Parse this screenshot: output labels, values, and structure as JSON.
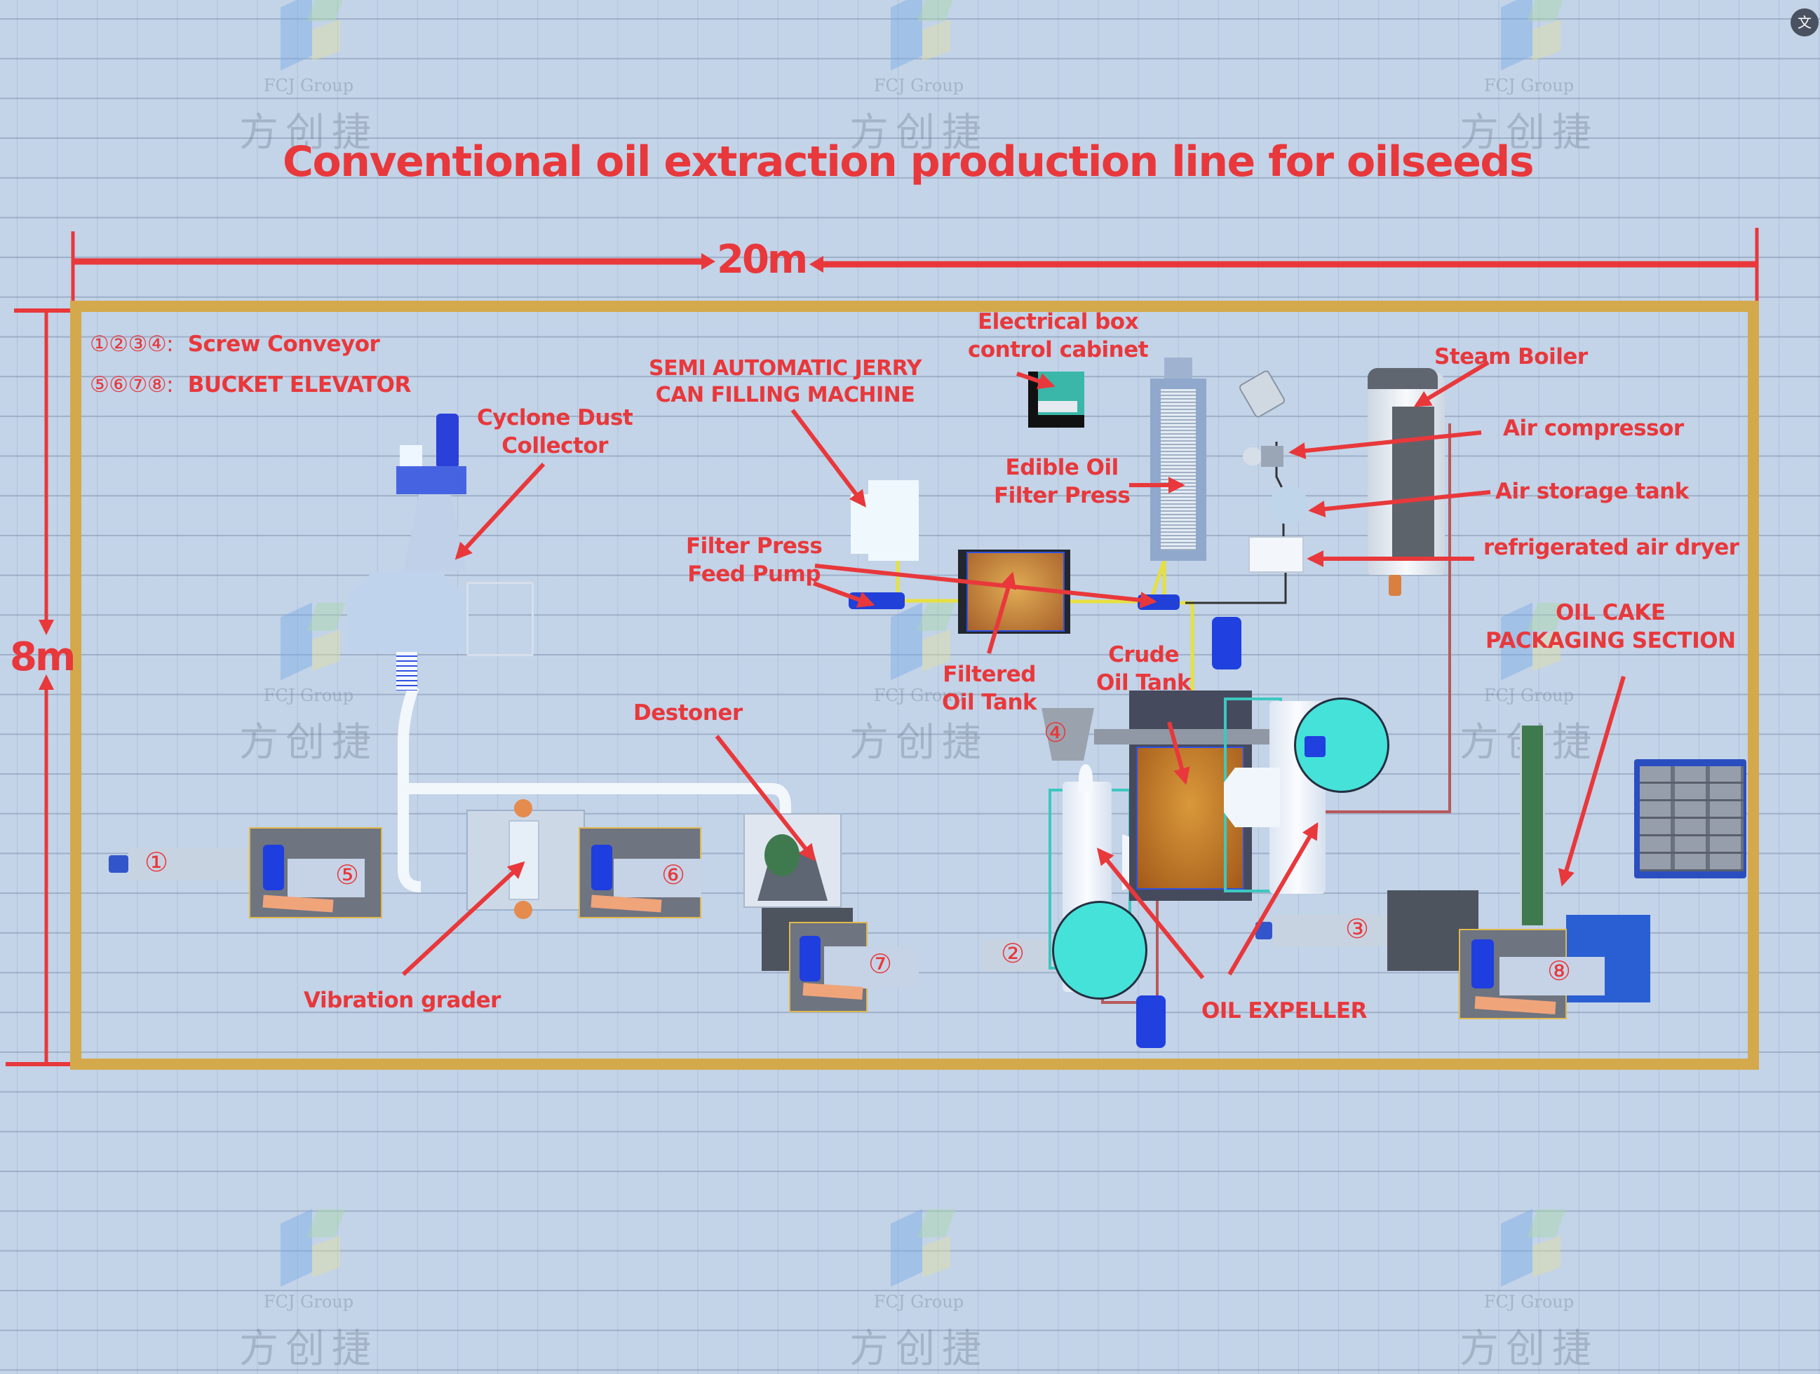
{
  "title": "Conventional oil extraction production line for oilseeds",
  "dimensions": {
    "width_label": "20m",
    "height_label": "8m"
  },
  "legend": [
    {
      "numbers": "①②③④:",
      "label": "Screw Conveyor"
    },
    {
      "numbers": "⑤⑥⑦⑧:",
      "label": "BUCKET ELEVATOR"
    }
  ],
  "labels": {
    "cyclone": [
      "Cyclone Dust",
      "Collector"
    ],
    "jerry": [
      "SEMI AUTOMATIC JERRY",
      "CAN FILLING MACHINE"
    ],
    "electrical": [
      "Electrical box",
      "control cabinet"
    ],
    "edible_filter": [
      "Edible Oil",
      "Filter Press"
    ],
    "steam_boiler": "Steam Boiler",
    "air_compressor": "Air compressor",
    "air_storage": "Air storage tank",
    "air_dryer": "refrigerated air dryer",
    "feed_pump": [
      "Filter Press",
      "Feed Pump"
    ],
    "filtered_tank": [
      "Filtered",
      "Oil Tank"
    ],
    "crude_tank": [
      "Crude",
      "Oil Tank"
    ],
    "oil_cake": [
      "OIL CAKE",
      "PACKAGING SECTION"
    ],
    "destoner": "Destoner",
    "vibration": "Vibration grader",
    "expeller": "OIL EXPELLER"
  },
  "markers": {
    "m1": "①",
    "m2": "②",
    "m3": "③",
    "m4": "④",
    "m5": "⑤",
    "m6": "⑥",
    "m7": "⑦",
    "m8": "⑧"
  },
  "watermark": {
    "en": "FCJ Group",
    "cn": "方创捷"
  },
  "colors": {
    "annotation": "#e8383b",
    "boundary": "#d4a94c",
    "background": "#c3d3e8",
    "motor_blue": "#1e3ee0",
    "expeller_cyan": "#40e0d8",
    "oil_brown": "#b46a22"
  },
  "translate_button": {
    "icon": "文"
  }
}
